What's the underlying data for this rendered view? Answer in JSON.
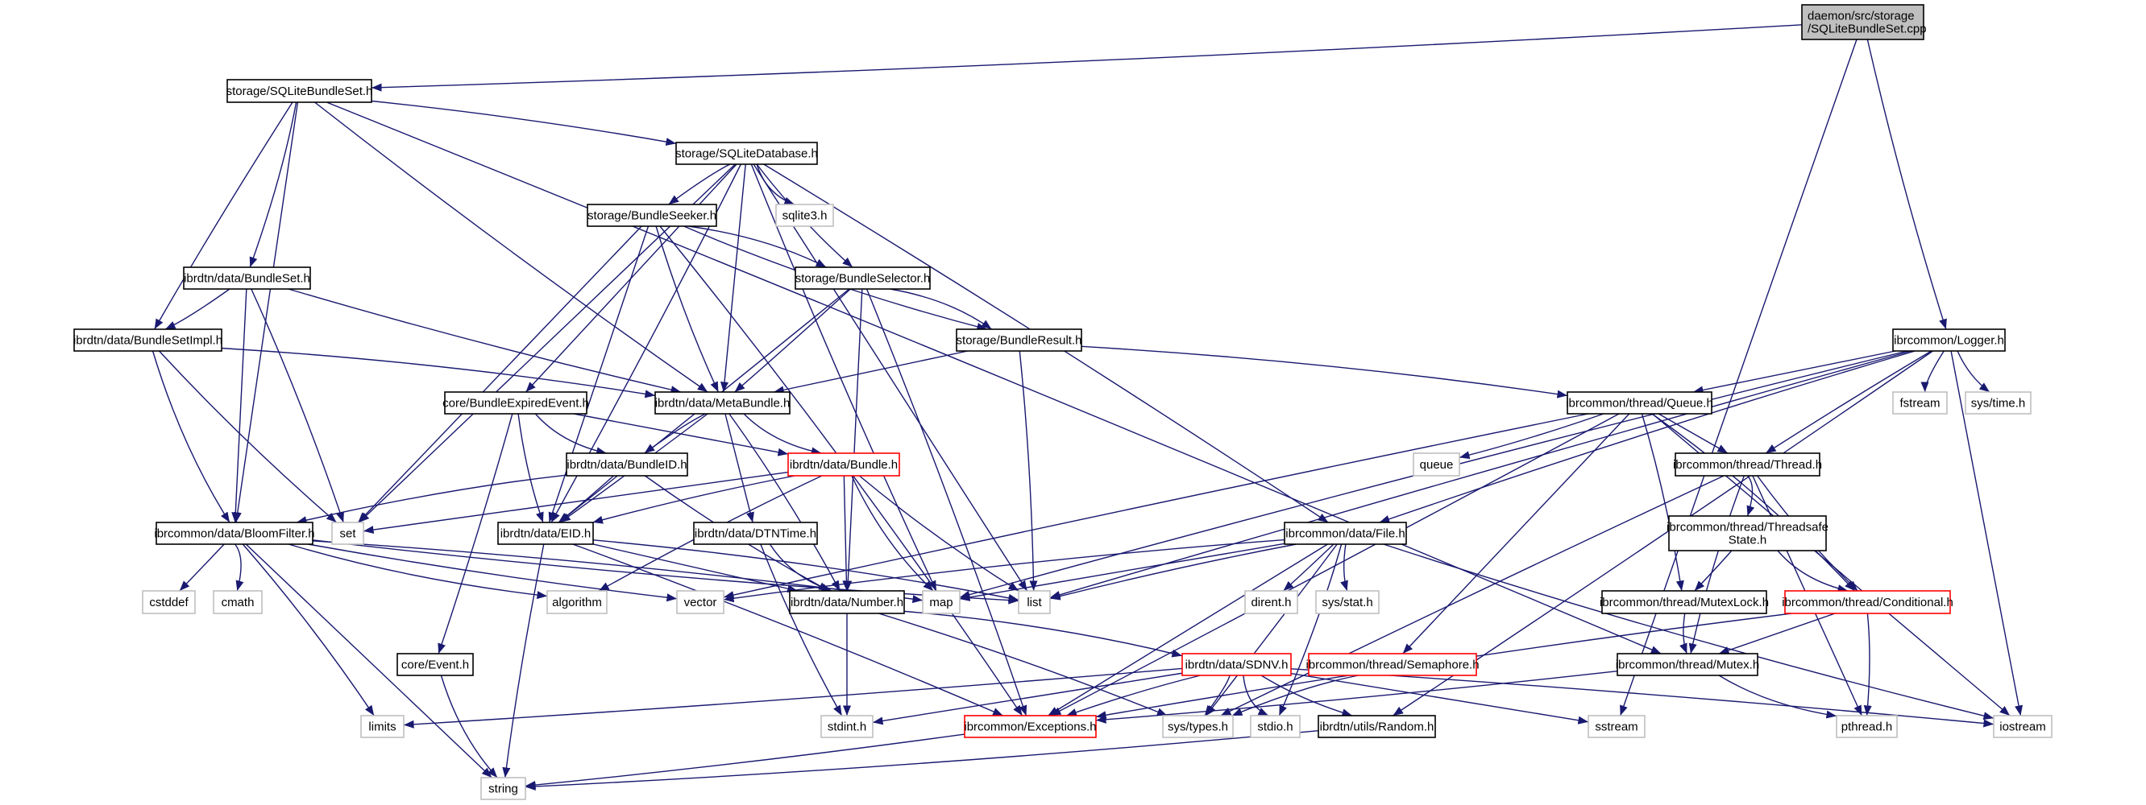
{
  "graph": {
    "type": "include-dependency-graph",
    "colors": {
      "edge": "#191970",
      "node_border": "#000000",
      "system_border": "#bfbfbf",
      "truncated_border": "#ff0000",
      "root_fill": "#bfbfbf",
      "node_fill": "#ffffff"
    },
    "nodes": [
      {
        "id": "cpp",
        "label": [
          "daemon/src/storage",
          "/SQLiteBundleSet.cpp"
        ],
        "style": "root"
      },
      {
        "id": "sqlitebundleset",
        "label": [
          "storage/SQLiteBundleSet.h"
        ],
        "style": "normal"
      },
      {
        "id": "sqlitedatabase",
        "label": [
          "storage/SQLiteDatabase.h"
        ],
        "style": "normal"
      },
      {
        "id": "bundleseeker",
        "label": [
          "storage/BundleSeeker.h"
        ],
        "style": "normal"
      },
      {
        "id": "sqlite3",
        "label": [
          "sqlite3.h"
        ],
        "style": "system"
      },
      {
        "id": "bundleset",
        "label": [
          "ibrdtn/data/BundleSet.h"
        ],
        "style": "normal"
      },
      {
        "id": "bundleselector",
        "label": [
          "storage/BundleSelector.h"
        ],
        "style": "normal"
      },
      {
        "id": "bundlesetimpl",
        "label": [
          "ibrdtn/data/BundleSetImpl.h"
        ],
        "style": "normal"
      },
      {
        "id": "bundleresult",
        "label": [
          "storage/BundleResult.h"
        ],
        "style": "normal"
      },
      {
        "id": "logger",
        "label": [
          "ibrcommon/Logger.h"
        ],
        "style": "normal"
      },
      {
        "id": "bundleexpiredevent",
        "label": [
          "core/BundleExpiredEvent.h"
        ],
        "style": "normal"
      },
      {
        "id": "metabundle",
        "label": [
          "ibrdtn/data/MetaBundle.h"
        ],
        "style": "normal"
      },
      {
        "id": "queueh",
        "label": [
          "ibrcommon/thread/Queue.h"
        ],
        "style": "normal"
      },
      {
        "id": "fstream",
        "label": [
          "fstream"
        ],
        "style": "system"
      },
      {
        "id": "systime",
        "label": [
          "sys/time.h"
        ],
        "style": "system"
      },
      {
        "id": "bundleid",
        "label": [
          "ibrdtn/data/BundleID.h"
        ],
        "style": "normal"
      },
      {
        "id": "bundle",
        "label": [
          "ibrdtn/data/Bundle.h"
        ],
        "style": "truncated"
      },
      {
        "id": "queue",
        "label": [
          "queue"
        ],
        "style": "system"
      },
      {
        "id": "thread",
        "label": [
          "ibrcommon/thread/Thread.h"
        ],
        "style": "normal"
      },
      {
        "id": "bloomfilter",
        "label": [
          "ibrcommon/data/BloomFilter.h"
        ],
        "style": "normal"
      },
      {
        "id": "set",
        "label": [
          "set"
        ],
        "style": "system"
      },
      {
        "id": "eid",
        "label": [
          "ibrdtn/data/EID.h"
        ],
        "style": "normal"
      },
      {
        "id": "dtntime",
        "label": [
          "ibrdtn/data/DTNTime.h"
        ],
        "style": "normal"
      },
      {
        "id": "file",
        "label": [
          "ibrcommon/data/File.h"
        ],
        "style": "normal"
      },
      {
        "id": "threadsafe",
        "label": [
          "ibrcommon/thread/Threadsafe",
          "State.h"
        ],
        "style": "normal"
      },
      {
        "id": "cstddef",
        "label": [
          "cstddef"
        ],
        "style": "system"
      },
      {
        "id": "cmath",
        "label": [
          "cmath"
        ],
        "style": "system"
      },
      {
        "id": "algorithm",
        "label": [
          "algorithm"
        ],
        "style": "system"
      },
      {
        "id": "vector",
        "label": [
          "vector"
        ],
        "style": "system"
      },
      {
        "id": "number",
        "label": [
          "ibrdtn/data/Number.h"
        ],
        "style": "normal"
      },
      {
        "id": "map",
        "label": [
          "map"
        ],
        "style": "system"
      },
      {
        "id": "list",
        "label": [
          "list"
        ],
        "style": "system"
      },
      {
        "id": "dirent",
        "label": [
          "dirent.h"
        ],
        "style": "system"
      },
      {
        "id": "sysstat",
        "label": [
          "sys/stat.h"
        ],
        "style": "system"
      },
      {
        "id": "mutexlock",
        "label": [
          "ibrcommon/thread/MutexLock.h"
        ],
        "style": "normal"
      },
      {
        "id": "conditional",
        "label": [
          "ibrcommon/thread/Conditional.h"
        ],
        "style": "truncated"
      },
      {
        "id": "event",
        "label": [
          "core/Event.h"
        ],
        "style": "normal"
      },
      {
        "id": "sdnv",
        "label": [
          "ibrdtn/data/SDNV.h"
        ],
        "style": "truncated"
      },
      {
        "id": "semaphore",
        "label": [
          "ibrcommon/thread/Semaphore.h"
        ],
        "style": "truncated"
      },
      {
        "id": "mutex",
        "label": [
          "ibrcommon/thread/Mutex.h"
        ],
        "style": "normal"
      },
      {
        "id": "limits",
        "label": [
          "limits"
        ],
        "style": "system"
      },
      {
        "id": "stdint",
        "label": [
          "stdint.h"
        ],
        "style": "system"
      },
      {
        "id": "exceptions",
        "label": [
          "ibrcommon/Exceptions.h"
        ],
        "style": "truncated"
      },
      {
        "id": "systypes",
        "label": [
          "sys/types.h"
        ],
        "style": "system"
      },
      {
        "id": "stdio",
        "label": [
          "stdio.h"
        ],
        "style": "system"
      },
      {
        "id": "random",
        "label": [
          "ibrdtn/utils/Random.h"
        ],
        "style": "normal"
      },
      {
        "id": "sstream",
        "label": [
          "sstream"
        ],
        "style": "system"
      },
      {
        "id": "pthread",
        "label": [
          "pthread.h"
        ],
        "style": "system"
      },
      {
        "id": "iostream",
        "label": [
          "iostream"
        ],
        "style": "system"
      },
      {
        "id": "string",
        "label": [
          "string"
        ],
        "style": "system"
      }
    ],
    "edges": [
      [
        "cpp",
        "sqlitebundleset"
      ],
      [
        "cpp",
        "logger"
      ],
      [
        "cpp",
        "sstream"
      ],
      [
        "sqlitebundleset",
        "sqlitedatabase"
      ],
      [
        "sqlitebundleset",
        "bundleset"
      ],
      [
        "sqlitebundleset",
        "bundlesetimpl"
      ],
      [
        "sqlitebundleset",
        "metabundle"
      ],
      [
        "sqlitebundleset",
        "bloomfilter"
      ],
      [
        "sqlitebundleset",
        "mutex"
      ],
      [
        "sqlitedatabase",
        "bundleseeker"
      ],
      [
        "sqlitedatabase",
        "sqlite3"
      ],
      [
        "sqlitedatabase",
        "bundleselector"
      ],
      [
        "sqlitedatabase",
        "metabundle"
      ],
      [
        "sqlitedatabase",
        "bundleexpiredevent"
      ],
      [
        "sqlitedatabase",
        "eid"
      ],
      [
        "sqlitedatabase",
        "set"
      ],
      [
        "sqlitedatabase",
        "map"
      ],
      [
        "sqlitedatabase",
        "list"
      ],
      [
        "sqlitedatabase",
        "file"
      ],
      [
        "bundleseeker",
        "bundleselector"
      ],
      [
        "bundleseeker",
        "bundleresult"
      ],
      [
        "bundleseeker",
        "metabundle"
      ],
      [
        "bundleseeker",
        "eid"
      ],
      [
        "bundleseeker",
        "set"
      ],
      [
        "bundleseeker",
        "exceptions"
      ],
      [
        "bundleset",
        "bundlesetimpl"
      ],
      [
        "bundleset",
        "metabundle"
      ],
      [
        "bundleset",
        "bloomfilter"
      ],
      [
        "bundleset",
        "set"
      ],
      [
        "bundleselector",
        "bundleresult"
      ],
      [
        "bundleselector",
        "metabundle"
      ],
      [
        "bundleselector",
        "eid"
      ],
      [
        "bundleselector",
        "number"
      ],
      [
        "bundleselector",
        "exceptions"
      ],
      [
        "bundlesetimpl",
        "metabundle"
      ],
      [
        "bundlesetimpl",
        "bloomfilter"
      ],
      [
        "bundlesetimpl",
        "set"
      ],
      [
        "bundleresult",
        "metabundle"
      ],
      [
        "bundleresult",
        "list"
      ],
      [
        "bundleresult",
        "queueh"
      ],
      [
        "bundleexpiredevent",
        "bundleid"
      ],
      [
        "bundleexpiredevent",
        "eid"
      ],
      [
        "bundleexpiredevent",
        "bundle"
      ],
      [
        "bundleexpiredevent",
        "event"
      ],
      [
        "metabundle",
        "bundleid"
      ],
      [
        "metabundle",
        "bundle"
      ],
      [
        "metabundle",
        "eid"
      ],
      [
        "metabundle",
        "dtntime"
      ],
      [
        "metabundle",
        "number"
      ],
      [
        "bundleid",
        "bloomfilter"
      ],
      [
        "bundleid",
        "eid"
      ],
      [
        "bundleid",
        "number"
      ],
      [
        "bundle",
        "set"
      ],
      [
        "bundle",
        "eid"
      ],
      [
        "bundle",
        "algorithm"
      ],
      [
        "bundle",
        "map"
      ],
      [
        "bundle",
        "list"
      ],
      [
        "bundle",
        "number"
      ],
      [
        "bloomfilter",
        "cstddef"
      ],
      [
        "bloomfilter",
        "cmath"
      ],
      [
        "bloomfilter",
        "algorithm"
      ],
      [
        "bloomfilter",
        "vector"
      ],
      [
        "bloomfilter",
        "string"
      ],
      [
        "bloomfilter",
        "limits"
      ],
      [
        "bloomfilter",
        "map"
      ],
      [
        "bloomfilter",
        "list"
      ],
      [
        "eid",
        "string"
      ],
      [
        "eid",
        "number"
      ],
      [
        "eid",
        "exceptions"
      ],
      [
        "eid",
        "list"
      ],
      [
        "dtntime",
        "number"
      ],
      [
        "dtntime",
        "stdint"
      ],
      [
        "number",
        "stdint"
      ],
      [
        "number",
        "systypes"
      ],
      [
        "number",
        "sdnv"
      ],
      [
        "event",
        "string"
      ],
      [
        "exceptions",
        "string"
      ],
      [
        "logger",
        "queueh"
      ],
      [
        "logger",
        "thread"
      ],
      [
        "logger",
        "file"
      ],
      [
        "logger",
        "fstream"
      ],
      [
        "logger",
        "systime"
      ],
      [
        "logger",
        "iostream"
      ],
      [
        "logger",
        "list"
      ],
      [
        "logger",
        "map"
      ],
      [
        "logger",
        "random"
      ],
      [
        "queueh",
        "queue"
      ],
      [
        "queueh",
        "thread"
      ],
      [
        "queueh",
        "mutexlock"
      ],
      [
        "queueh",
        "conditional"
      ],
      [
        "queueh",
        "semaphore"
      ],
      [
        "queueh",
        "exceptions"
      ],
      [
        "queueh",
        "iostream"
      ],
      [
        "queueh",
        "vector"
      ],
      [
        "thread",
        "threadsafe"
      ],
      [
        "thread",
        "mutex"
      ],
      [
        "thread",
        "conditional"
      ],
      [
        "thread",
        "pthread"
      ],
      [
        "thread",
        "systypes"
      ],
      [
        "threadsafe",
        "mutexlock"
      ],
      [
        "threadsafe",
        "conditional"
      ],
      [
        "mutexlock",
        "mutex"
      ],
      [
        "conditional",
        "mutex"
      ],
      [
        "conditional",
        "pthread"
      ],
      [
        "conditional",
        "exceptions"
      ],
      [
        "mutex",
        "pthread"
      ],
      [
        "mutex",
        "exceptions"
      ],
      [
        "file",
        "map"
      ],
      [
        "file",
        "list"
      ],
      [
        "file",
        "vector"
      ],
      [
        "file",
        "dirent"
      ],
      [
        "file",
        "sysstat"
      ],
      [
        "file",
        "exceptions"
      ],
      [
        "file",
        "systypes"
      ],
      [
        "file",
        "stdio"
      ],
      [
        "file",
        "iostream"
      ],
      [
        "sdnv",
        "limits"
      ],
      [
        "sdnv",
        "stdint"
      ],
      [
        "sdnv",
        "exceptions"
      ],
      [
        "sdnv",
        "systypes"
      ],
      [
        "sdnv",
        "stdio"
      ],
      [
        "sdnv",
        "random"
      ],
      [
        "sdnv",
        "sstream"
      ],
      [
        "sdnv",
        "iostream"
      ],
      [
        "semaphore",
        "systypes"
      ],
      [
        "random",
        "string"
      ]
    ]
  }
}
